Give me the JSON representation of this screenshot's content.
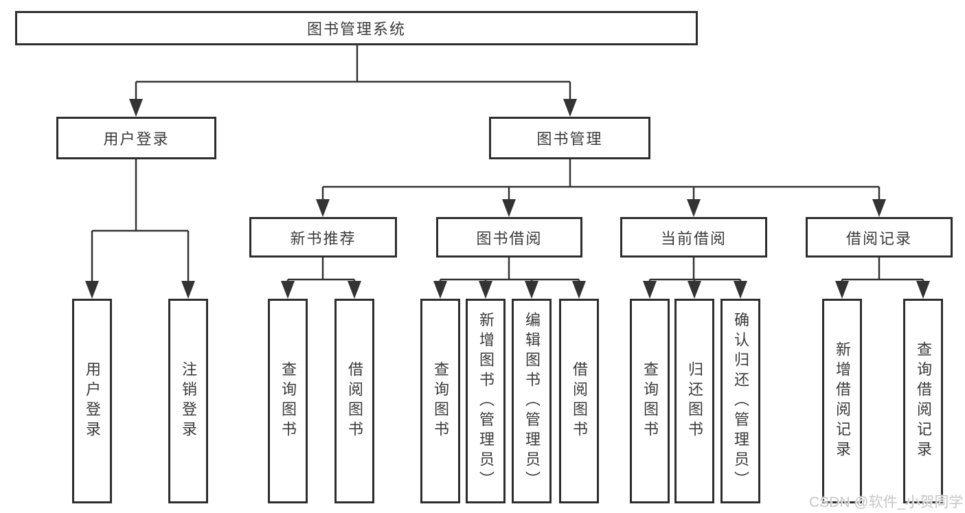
{
  "diagram": {
    "nodes": {
      "root": "图书管理系统",
      "user_login": "用户登录",
      "book_mgmt": "图书管理",
      "new_books": "新书推荐",
      "book_borrow": "图书借阅",
      "current_borrow": "当前借阅",
      "borrow_records": "借阅记录"
    },
    "leaves": {
      "user_login": [
        "用户登录",
        "注销登录"
      ],
      "new_books": [
        "查询图书",
        "借阅图书"
      ],
      "book_borrow": [
        "查询图书",
        "新增图书（管理员）",
        "编辑图书（管理员）",
        "借阅图书"
      ],
      "current_borrow": [
        "查询图书",
        "归还图书",
        "确认归还（管理员）"
      ],
      "borrow_records": [
        "新增借阅记录",
        "查询借阅记录"
      ]
    },
    "watermark": "CSDN @软件_小贺同学",
    "colors": {
      "line": "#333333",
      "border": "#2d2d2d",
      "text": "#3a3a3a",
      "watermark": "#c6c6c6"
    }
  }
}
